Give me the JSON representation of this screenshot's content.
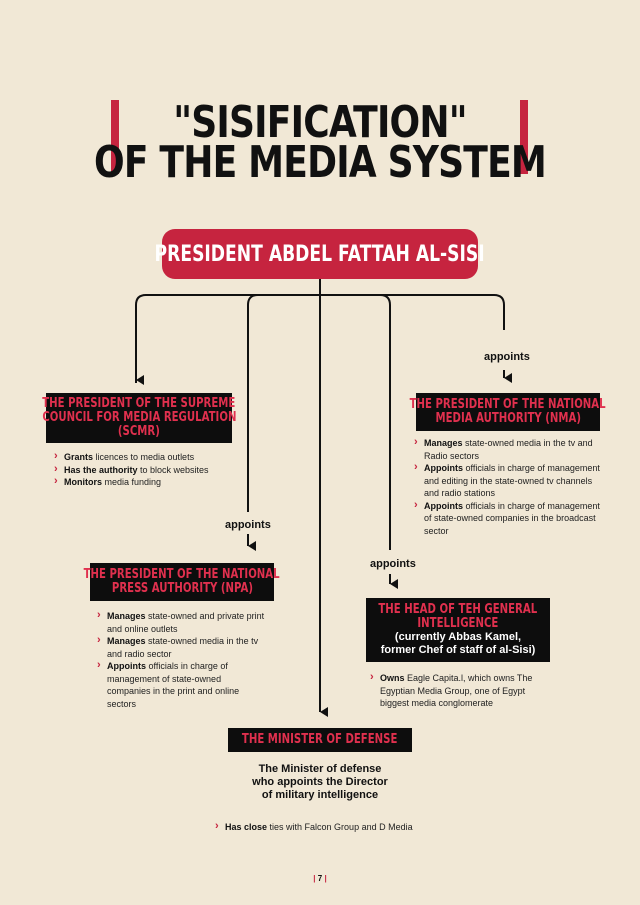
{
  "title": {
    "line1": "\"SISIFICATION\"",
    "line2": "OF THE MEDIA SYSTEM"
  },
  "president": "PRESIDENT ABDEL FATTAH AL-SISI",
  "connector_label": "appoints",
  "scmr": {
    "heading": [
      "THE PRESIDENT OF THE SUPREME",
      "COUNCIL FOR MEDIA REGULATION",
      "(SCMR)"
    ],
    "bullets": [
      {
        "bold": "Grants",
        "text": " licences to media outlets"
      },
      {
        "bold": "Has the authority",
        "text": " to block websites"
      },
      {
        "bold": "Monitors",
        "text": " media funding"
      }
    ]
  },
  "nma": {
    "heading": [
      "THE PRESIDENT OF THE NATIONAL",
      "MEDIA AUTHORITY (NMA)"
    ],
    "bullets": [
      {
        "bold": "Manages",
        "text": " state-owned media in the tv and Radio sectors"
      },
      {
        "bold": "Appoints",
        "text": " officials in charge of management and editing in the state-owned tv channels and radio stations"
      },
      {
        "bold": "Appoints",
        "text": " officials in charge of management of state-owned companies in the broadcast sector"
      }
    ]
  },
  "npa": {
    "heading": [
      "THE PRESIDENT OF THE NATIONAL",
      "PRESS AUTHORITY (NPA)"
    ],
    "bullets": [
      {
        "bold": "Manages",
        "text": " state-owned and private print and online outlets"
      },
      {
        "bold": "Manages",
        "text": " state-owned media in the tv and radio sector"
      },
      {
        "bold": "Appoints",
        "text": " officials in charge of management of state-owned companies in the print and online sectors"
      }
    ]
  },
  "gis": {
    "heading": [
      "THE HEAD OF TEH GENERAL",
      "INTELLIGENCE"
    ],
    "subheading": [
      "(currently Abbas Kamel,",
      "former Chef of staff of al-Sisi)"
    ],
    "bullets": [
      {
        "bold": "Owns",
        "text": " Eagle Capita.l, which owns The Egyptian Media Group, one of Egypt biggest media conglomerate"
      }
    ]
  },
  "defense": {
    "heading": "THE MINISTER OF DEFENSE",
    "description": [
      "The Minister of defense",
      "who appoints the Director",
      "of military intelligence"
    ],
    "bullets": [
      {
        "bold": "Has close",
        "text": " ties with Falcon Group and D Media"
      }
    ]
  },
  "page_number": "7",
  "colors": {
    "background": "#f1e8d6",
    "accent": "#c6243f",
    "box": "#0d0d0d"
  }
}
